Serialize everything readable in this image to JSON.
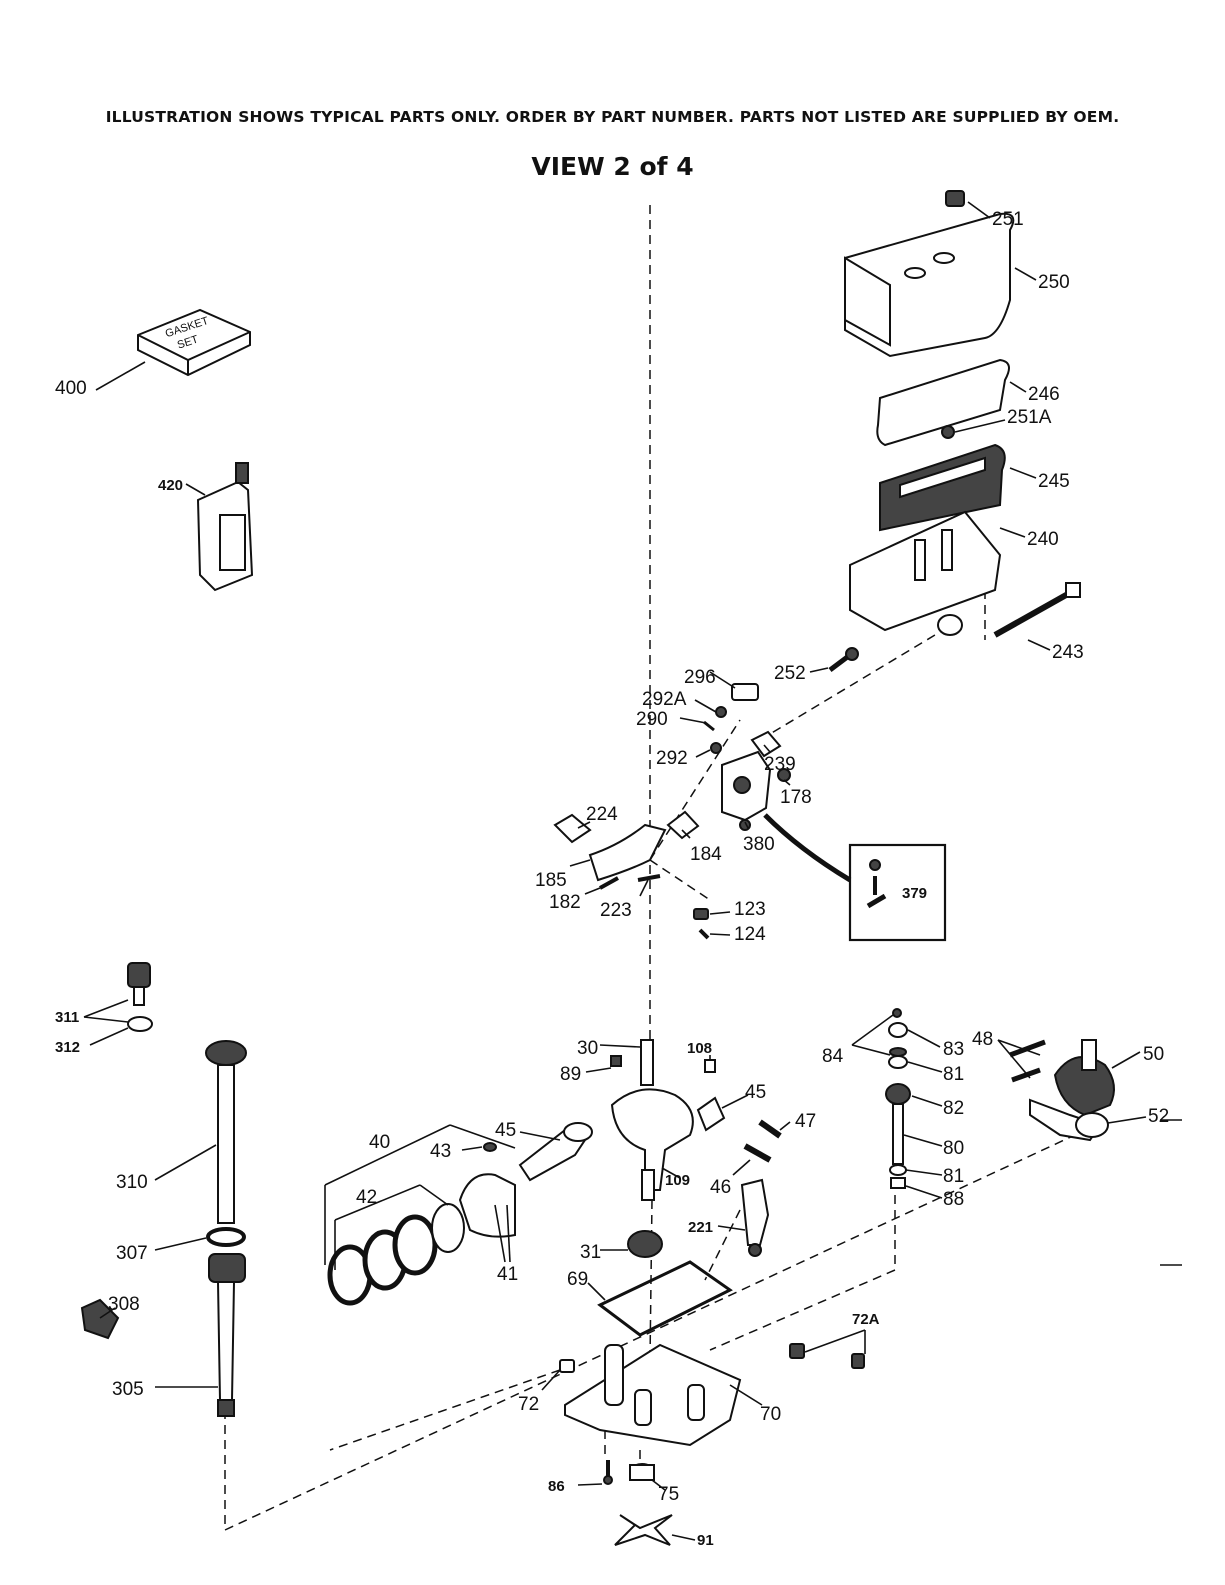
{
  "header": {
    "notice": "ILLUSTRATION SHOWS TYPICAL PARTS ONLY. ORDER BY PART NUMBER. PARTS NOT LISTED ARE SUPPLIED BY OEM.",
    "view": "VIEW 2 of 4"
  },
  "boxes": {
    "gasket_set_l1": "GASKET",
    "gasket_set_l2": "SET"
  },
  "labels": {
    "p251": "251",
    "p250": "250",
    "p246": "246",
    "p251A": "251A",
    "p245": "245",
    "p240": "240",
    "p243": "243",
    "p252": "252",
    "p296": "296",
    "p292A": "292A",
    "p290": "290",
    "p292": "292",
    "p239": "239",
    "p178": "178",
    "p380": "380",
    "p184": "184",
    "p224": "224",
    "p185": "185",
    "p182": "182",
    "p223": "223",
    "p123": "123",
    "p124": "124",
    "p379": "379",
    "p400": "400",
    "p420": "420",
    "p311": "311",
    "p312": "312",
    "p310": "310",
    "p307": "307",
    "p308": "308",
    "p305": "305",
    "p30": "30",
    "p108": "108",
    "p89": "89",
    "p45a": "45",
    "p45b": "45",
    "p47": "47",
    "p46": "46",
    "p109": "109",
    "p40": "40",
    "p43": "43",
    "p42": "42",
    "p41": "41",
    "p221": "221",
    "p31": "31",
    "p69": "69",
    "p72A": "72A",
    "p72": "72",
    "p70": "70",
    "p86": "86",
    "p75": "75",
    "p91": "91",
    "p84": "84",
    "p83": "83",
    "p81a": "81",
    "p82": "82",
    "p80": "80",
    "p81b": "81",
    "p88": "88",
    "p48": "48",
    "p50": "50",
    "p52": "52"
  }
}
